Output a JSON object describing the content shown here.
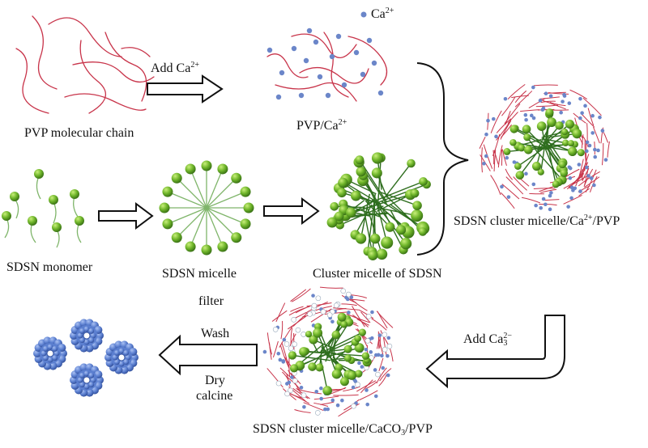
{
  "labels": {
    "pvp_chain": "PVP molecular chain",
    "add_ca": {
      "text": "Add Ca",
      "sup": "2+"
    },
    "pvp_ca": {
      "text": "PVP/Ca",
      "sup": "2+"
    },
    "ca_legend": {
      "text": "Ca",
      "sup": "2+"
    },
    "sdsn_monomer": "SDSN monomer",
    "sdsn_micelle": "SDSN micelle",
    "cluster_micelle": "Cluster micelle of SDSN",
    "cluster_ca_pvp": {
      "pre": "SDSN cluster micelle/Ca",
      "sup": "2+",
      "post": "/PVP"
    },
    "add_co3": {
      "text": "Add Ca",
      "sub": "3",
      "sup": "2−"
    },
    "final_composite": {
      "pre": "SDSN cluster micelle/CaCO",
      "sub": "3",
      "post": "/PVP"
    },
    "step_filter": "filter",
    "step_wash": "Wash",
    "step_dry": "Dry",
    "step_calcine": "calcine"
  },
  "colors": {
    "pvp_chain": "#c8344a",
    "ca_ion": "#6b86c9",
    "micelle_green": "#7cc230",
    "micelle_stem": "#7fb56a",
    "cluster_core": "#2f6e1f",
    "product_blue": "#5b7fd0"
  }
}
